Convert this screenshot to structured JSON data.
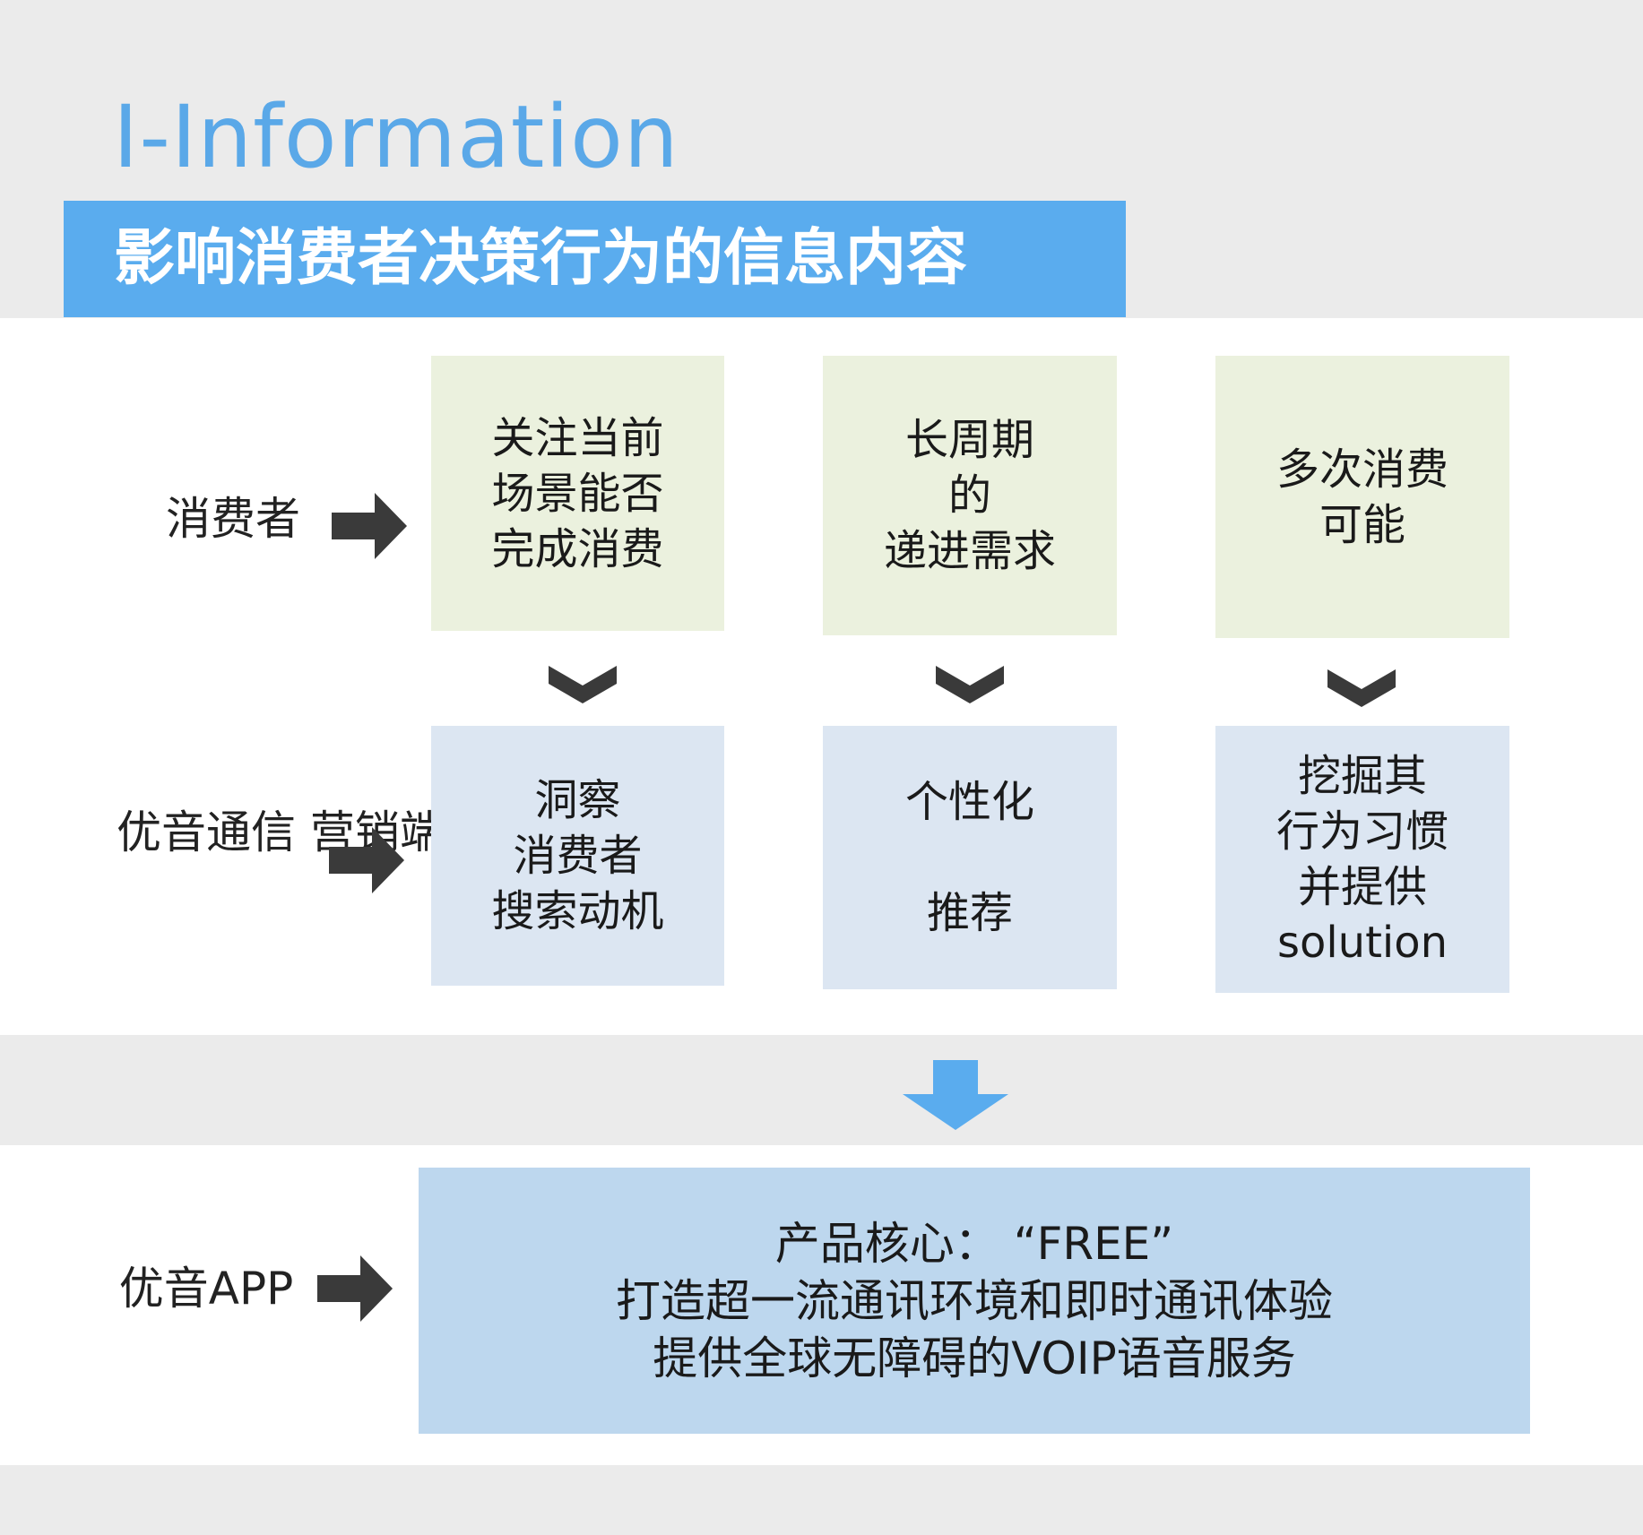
{
  "header": {
    "title": "I-Information",
    "subtitle": "影响消费者决策行为的信息内容"
  },
  "rows": {
    "consumer": {
      "label": "消费者",
      "boxes": [
        "关注当前\n场景能否\n完成消费",
        "长周期\n的\n递进需求",
        "多次消费\n可能"
      ]
    },
    "marketing": {
      "label": "优音通信\n营销端",
      "boxes": [
        "洞察\n消费者\n搜索动机",
        "个性化\n\n推荐",
        "挖掘其\n行为习惯\n并提供\nsolution"
      ]
    },
    "app": {
      "label": "优音APP",
      "lines": [
        "产品核心：  “FREE”",
        "打造超一流通讯环境和即时通讯体验",
        "提供全球无障碍的VOIP语音服务"
      ]
    }
  },
  "colors": {
    "accent_blue": "#5aacee",
    "title_blue": "#5aa8e8",
    "box_green": "#ebf1de",
    "box_blue": "#dce6f2",
    "core_blue": "#bdd7ee",
    "arrow_dark": "#3a3a3a",
    "page_gray": "#ebebeb"
  },
  "icons": {
    "row_arrow": "right-arrow-icon",
    "chevron": "chevron-down-icon",
    "flow_arrow": "down-arrow-icon"
  }
}
